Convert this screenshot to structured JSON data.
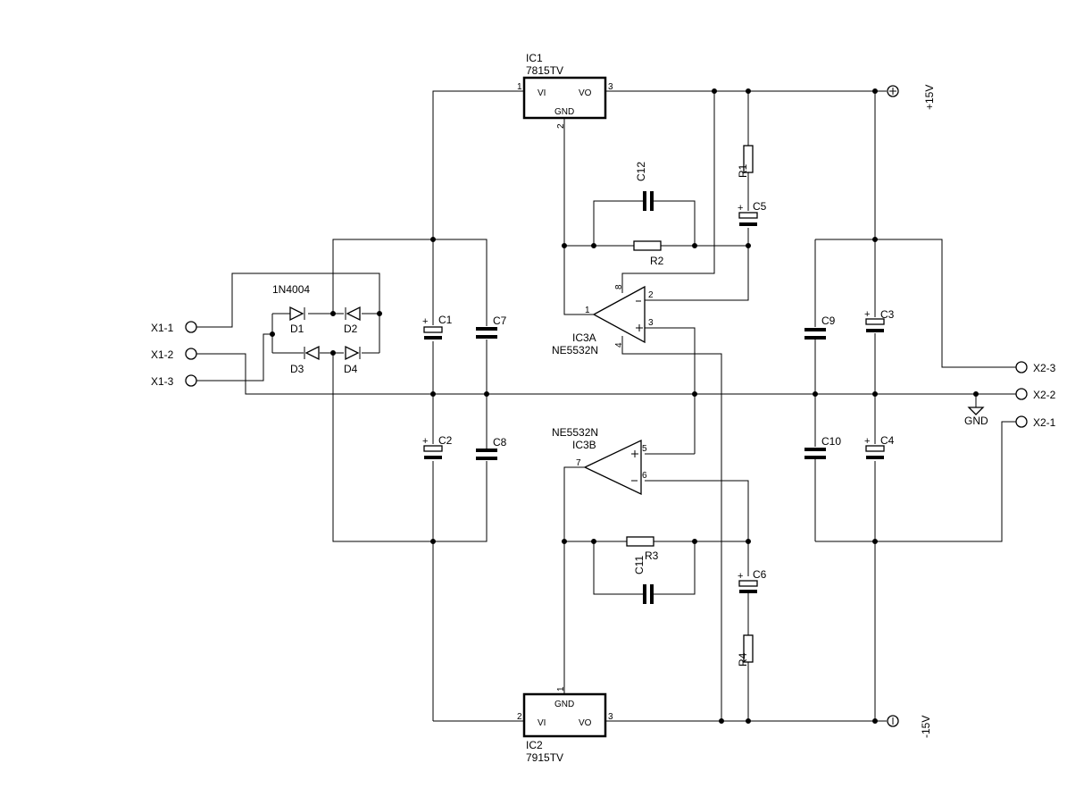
{
  "ic1": {
    "ref": "IC1",
    "part": "7815TV",
    "vi": "VI",
    "vo": "VO",
    "gnd": "GND",
    "pin_vi": "1",
    "pin_vo": "3",
    "pin_gnd": "2"
  },
  "ic2": {
    "ref": "IC2",
    "part": "7915TV",
    "vi": "VI",
    "vo": "VO",
    "gnd": "GND",
    "pin_vi": "2",
    "pin_vo": "3",
    "pin_gnd": "1"
  },
  "ic3a": {
    "ref": "IC3A",
    "part": "NE5532N",
    "pin_out": "1",
    "pin_inv": "2",
    "pin_noninv": "3",
    "pin_vcc": "8",
    "pin_vee": "4"
  },
  "ic3b": {
    "ref": "IC3B",
    "part": "NE5532N",
    "pin_out": "7",
    "pin_noninv": "5",
    "pin_inv": "6"
  },
  "diodes": {
    "part": "1N4004",
    "d1": "D1",
    "d2": "D2",
    "d3": "D3",
    "d4": "D4"
  },
  "resistors": {
    "r1": "R1",
    "r2": "R2",
    "r3": "R3",
    "r4": "R4"
  },
  "capacitors": {
    "c1": "C1",
    "c2": "C2",
    "c3": "C3",
    "c4": "C4",
    "c5": "C5",
    "c6": "C6",
    "c7": "C7",
    "c8": "C8",
    "c9": "C9",
    "c10": "C10",
    "c11": "C11",
    "c12": "C12"
  },
  "connectors": {
    "x1_1": "X1-1",
    "x1_2": "X1-2",
    "x1_3": "X1-3",
    "x2_1": "X2-1",
    "x2_2": "X2-2",
    "x2_3": "X2-3"
  },
  "rails": {
    "plus": "+15V",
    "minus": "-15V",
    "gnd": "GND"
  },
  "polarity_mark": "+"
}
